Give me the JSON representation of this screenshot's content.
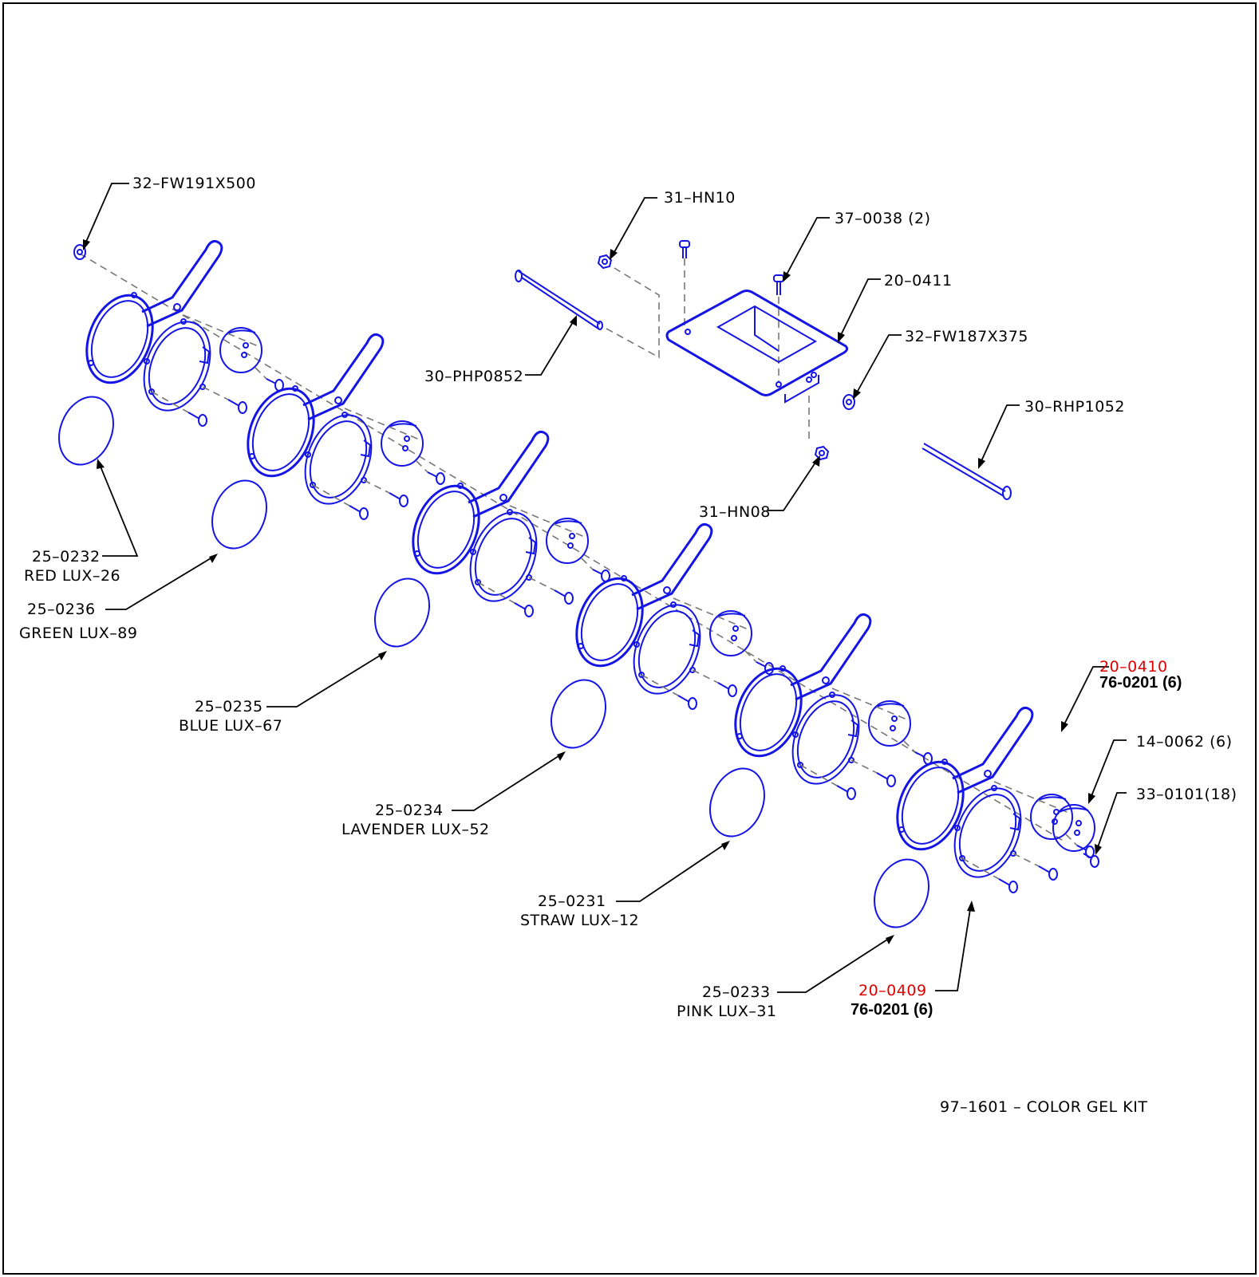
{
  "title": "97–1601 – COLOR GEL KIT",
  "colors": {
    "part_line": "#1414e6",
    "hardware_callout": "#e00000",
    "text": "#000000"
  },
  "callouts": {
    "fw191": "32–FW191X500",
    "hn10": "31–HN10",
    "screw_0038": "37–0038 (2)",
    "bracket_0411": "20–0411",
    "fw187": "32–FW187X375",
    "php0852": "30–PHP0852",
    "rhp1052": "30–RHP1052",
    "hn08": "31–HN08",
    "frame_0410": "20–0410",
    "frame_0410_hw": "76-0201 (6)",
    "knob_0062": "14–0062 (6)",
    "screw_0101": "33–0101(18)",
    "frame_0409": "20–0409",
    "frame_0409_hw": "76-0201 (6)"
  },
  "gels": [
    {
      "part": "25–0232",
      "name": "RED LUX–26"
    },
    {
      "part": "25–0236",
      "name": "GREEN LUX–89"
    },
    {
      "part": "25–0235",
      "name": "BLUE LUX–67"
    },
    {
      "part": "25–0234",
      "name": "LAVENDER LUX–52"
    },
    {
      "part": "25–0231",
      "name": "STRAW LUX–12"
    },
    {
      "part": "25–0233",
      "name": "PINK LUX–31"
    }
  ]
}
